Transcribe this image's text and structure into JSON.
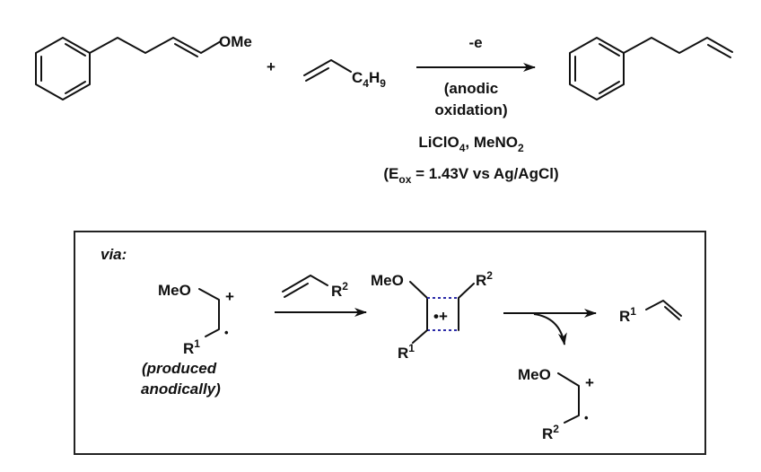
{
  "reaction": {
    "reactant1": {
      "substituent": "OMe"
    },
    "plus": "+",
    "reactant2": {
      "substituent_main": "C",
      "sub1": "4",
      "mid": "H",
      "sub2": "9"
    },
    "arrow": {
      "above": "-e",
      "below_line1": "(anodic",
      "below_line2": "oxidation)",
      "reagents": {
        "a": "LiClO",
        "a_sub": "4",
        "b": ", MeNO",
        "b_sub": "2"
      },
      "potential": {
        "open": "(E",
        "sub": "ox",
        "rest": " = 1.43V vs Ag/AgCl)"
      }
    }
  },
  "mechanism": {
    "via_label": "via:",
    "radical_cation1": {
      "meo": "MeO",
      "plus": "+",
      "dot": "•",
      "r": "R",
      "r_sup": "1"
    },
    "produced_line1": "(produced",
    "produced_line2": "anodically)",
    "alkene_reagent": {
      "r": "R",
      "r_sup": "2"
    },
    "cyclobutane": {
      "meo": "MeO",
      "r2": "R",
      "r2_sup": "2",
      "r1": "R",
      "r1_sup": "1",
      "center": "•+"
    },
    "product_alkene": {
      "r": "R",
      "r_sup": "1"
    },
    "radical_cation2": {
      "meo": "MeO",
      "plus": "+",
      "dot": "•",
      "r": "R",
      "r_sup": "2"
    }
  }
}
